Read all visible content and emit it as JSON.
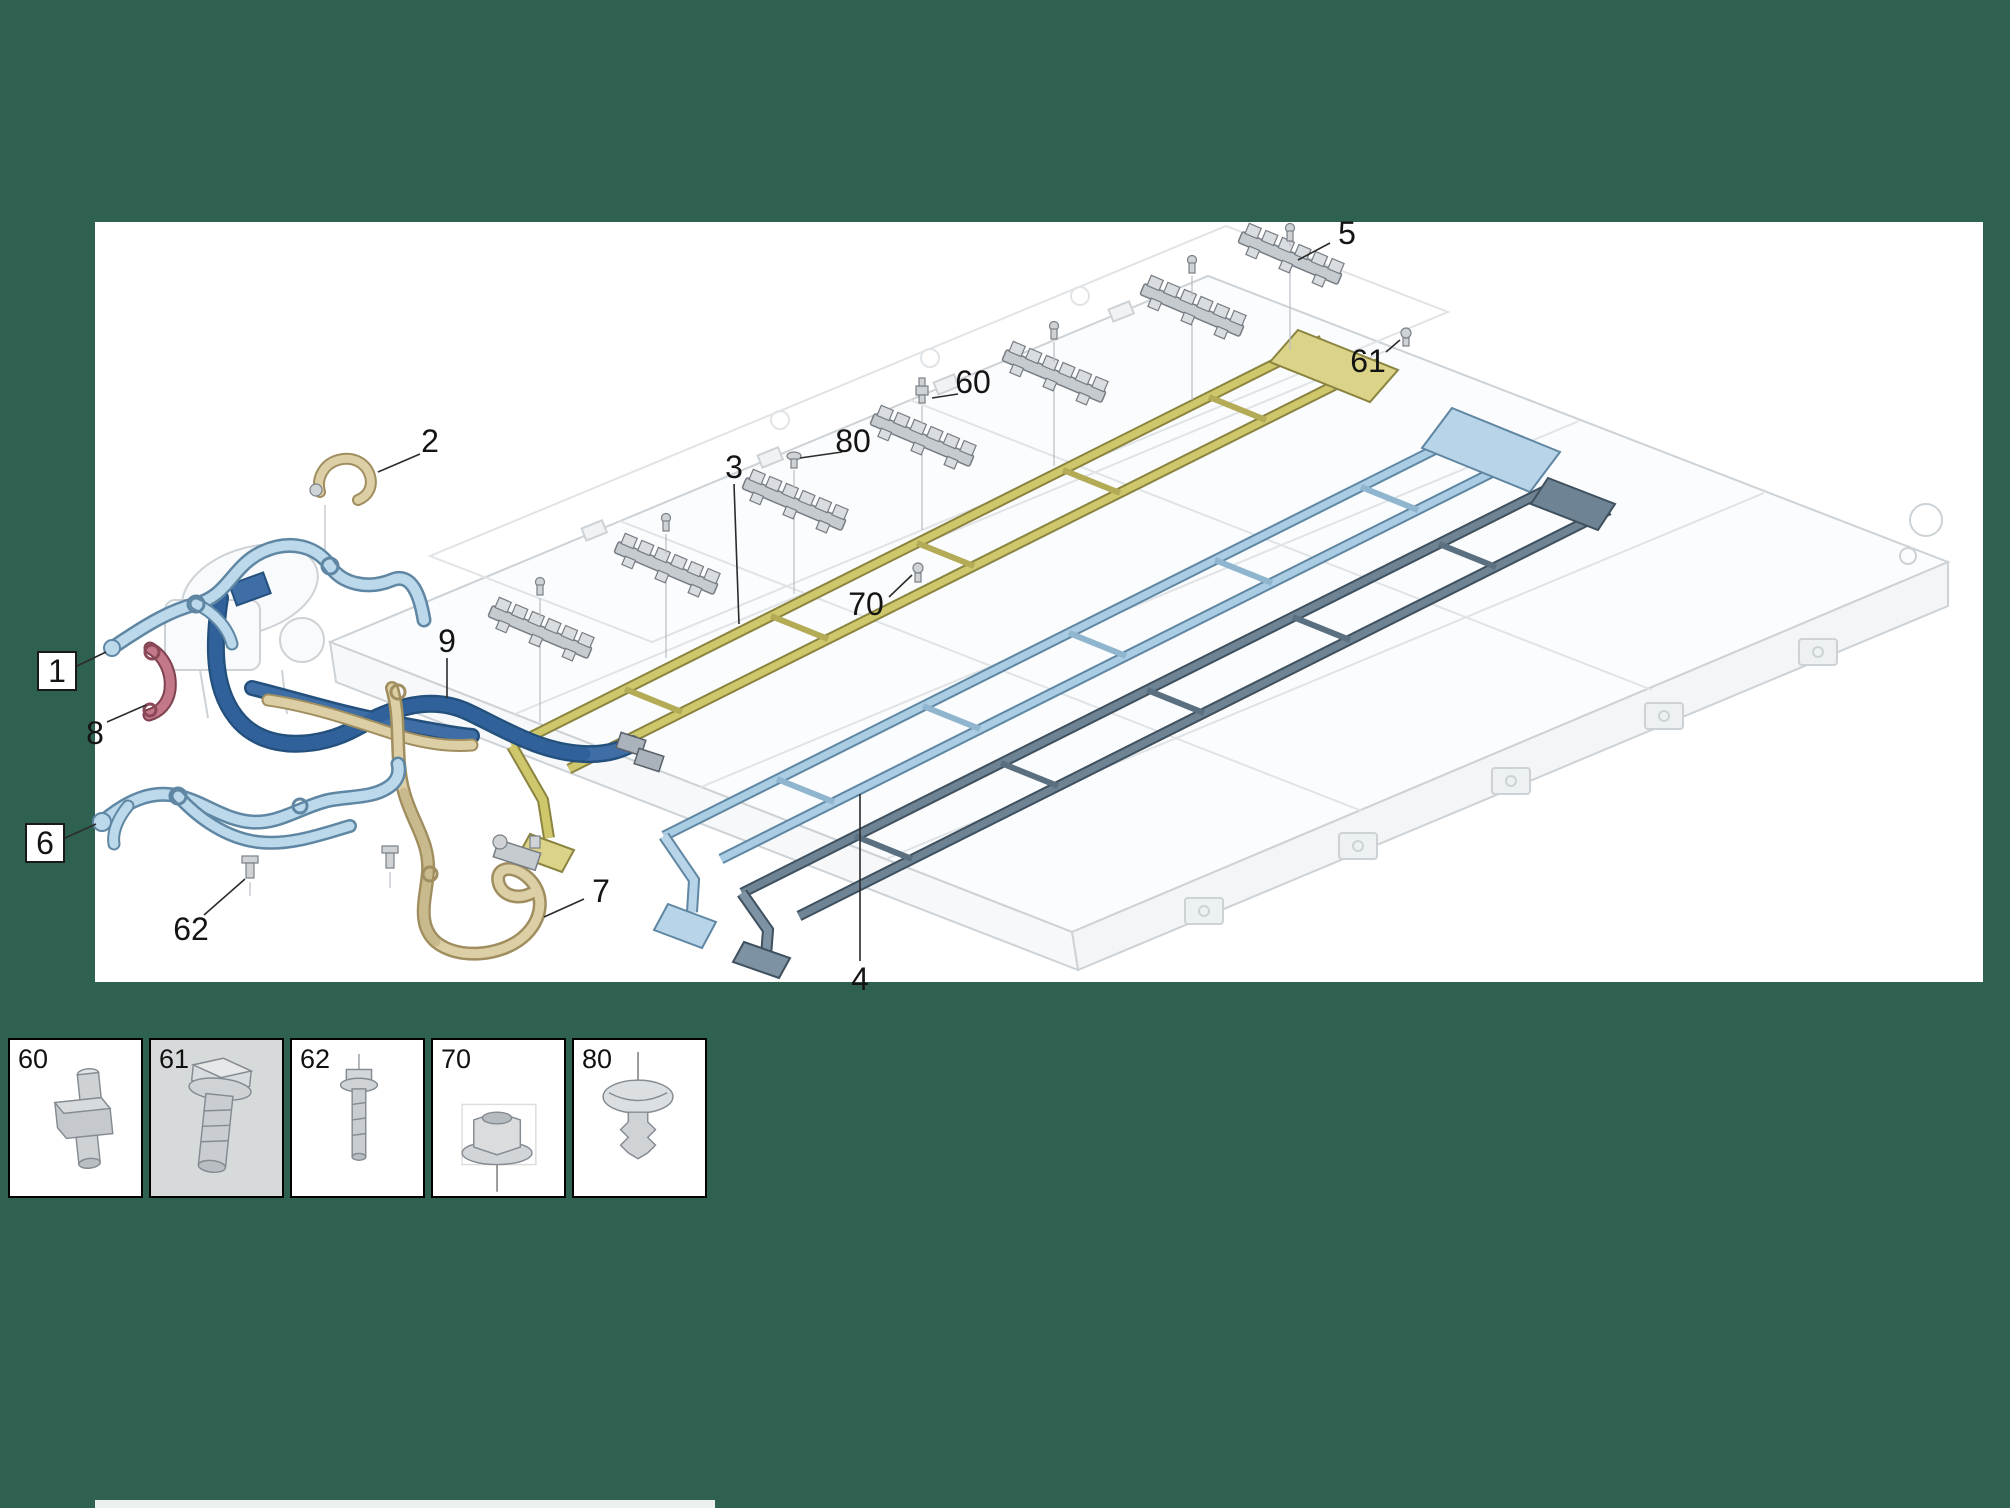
{
  "colors": {
    "background": "#2f6150",
    "panel": "#ffffff",
    "rail_olive": "#cfc76b",
    "rail_light_blue": "#aacde4",
    "rail_slate": "#6e8494",
    "hose_light_blue": "#bcd9ec",
    "hose_dark_blue": "#3f6ea6",
    "hose_tan": "#dccfa6",
    "hose_pink": "#c27888",
    "line_art": "#cdd2d6"
  },
  "callouts": [
    {
      "label": "5"
    },
    {
      "label": "61"
    },
    {
      "label": "60"
    },
    {
      "label": "80"
    },
    {
      "label": "2"
    },
    {
      "label": "3"
    },
    {
      "label": "70"
    },
    {
      "label": "9"
    },
    {
      "label": "1"
    },
    {
      "label": "8"
    },
    {
      "label": "6"
    },
    {
      "label": "62"
    },
    {
      "label": "7"
    },
    {
      "label": "4"
    }
  ],
  "thumbnails": [
    {
      "label": "60",
      "icon": "standoff-stud-icon"
    },
    {
      "label": "61",
      "icon": "hex-flange-bolt-icon"
    },
    {
      "label": "62",
      "icon": "flange-bolt-icon"
    },
    {
      "label": "70",
      "icon": "flange-nut-icon"
    },
    {
      "label": "80",
      "icon": "push-rivet-icon"
    }
  ]
}
